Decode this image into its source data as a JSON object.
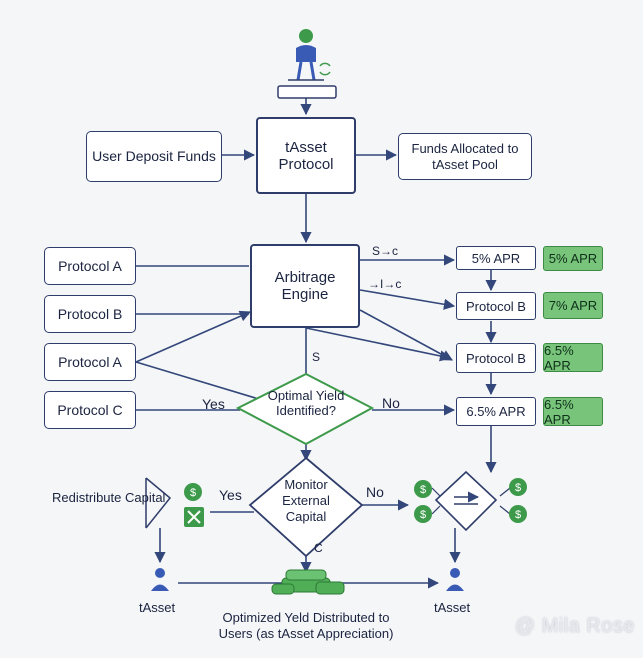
{
  "nodes": {
    "user_deposit": "User Deposit Funds",
    "tasset_protocol": "tAsset\nProtocol",
    "funds_allocated": "Funds Allocated to\ntAsset Pool",
    "arbitrage_engine": "Arbitrage\nEngine",
    "protocol_left_1": "Protocol A",
    "protocol_left_2": "Protocol B",
    "protocol_left_3": "Protocol A",
    "protocol_left_4": "Protocol C",
    "decision_optimal": "Optimal Yield\nIdentified?",
    "decision_monitor": "Monitor\nExternal\nCapital",
    "right_1": "5% APR",
    "right_2": "Protocol B",
    "right_3": "Protocol B",
    "right_4": "6.5% APR",
    "apr_1": "5% APR",
    "apr_2": "7% APR",
    "apr_3": "6.5% APR",
    "apr_4": "6.5% APR"
  },
  "labels": {
    "s_to_c": "S→c",
    "i_to_c": "→I→c",
    "dollar_s": "S",
    "yes_1": "Yes",
    "no_1": "No",
    "yes_2": "Yes",
    "no_2": "No",
    "c_label": "C",
    "redistribute": "Redistribute Capital",
    "tasset_left": "tAsset",
    "tasset_right": "tAsset",
    "optimized": "Optimized Yeld Distributed to\nUsers (as tAsset Appreciation)"
  },
  "icons": [
    "user-icon",
    "dollar-coin-icon",
    "coin-stack-icon",
    "swap-arrows-icon",
    "scale-icon"
  ],
  "colors": {
    "stroke": "#2f3d6b",
    "arrow": "#33477a",
    "green": "#3d9a4a",
    "green_fill": "#77c47a",
    "decision_border": "#3d9a4a"
  },
  "watermark": "@ Mila Rose"
}
